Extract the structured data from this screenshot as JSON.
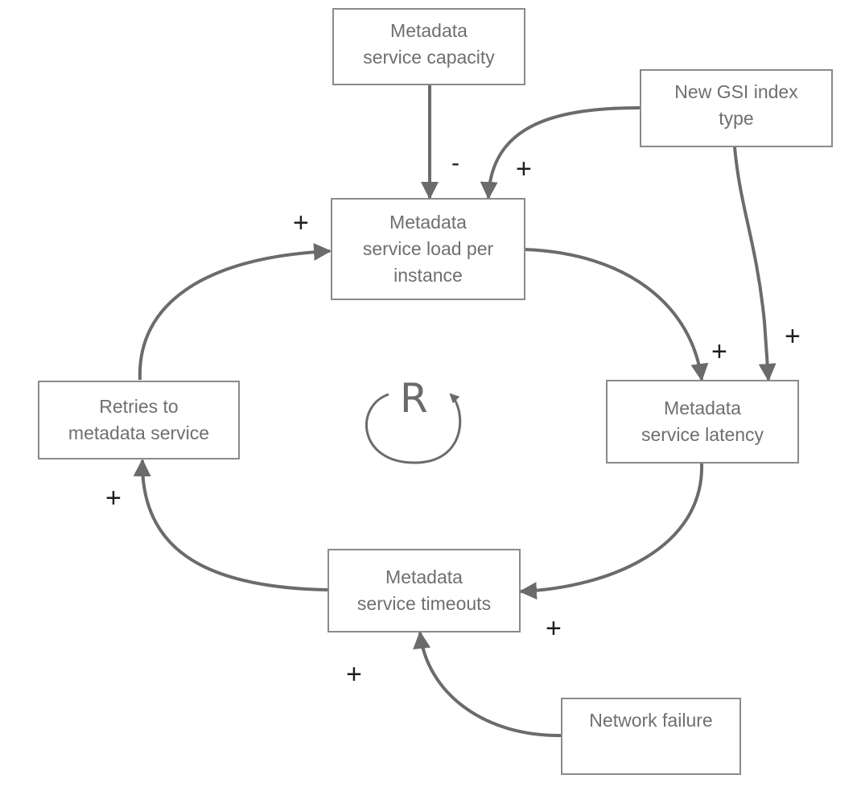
{
  "diagram": {
    "type": "causal-loop",
    "loop_marker": "R",
    "colors": {
      "edge": "#6b6b6b",
      "box_border": "#8a8a8a",
      "text": "#6f6f6f",
      "sign": "#1e1e1e"
    },
    "nodes": {
      "capacity": {
        "lines": [
          "Metadata",
          "service capacity"
        ]
      },
      "gsi": {
        "lines": [
          "New GSI index",
          "type"
        ]
      },
      "load": {
        "lines": [
          "Metadata",
          "service load per",
          "instance"
        ]
      },
      "latency": {
        "lines": [
          "Metadata",
          "service latency"
        ]
      },
      "timeouts": {
        "lines": [
          "Metadata",
          "service timeouts"
        ]
      },
      "retries": {
        "lines": [
          "Retries to",
          "metadata service"
        ]
      },
      "network": {
        "lines": [
          "Network failure"
        ]
      }
    },
    "edges": [
      {
        "from": "capacity",
        "to": "load",
        "polarity": "-"
      },
      {
        "from": "gsi",
        "to": "load",
        "polarity": "+"
      },
      {
        "from": "load",
        "to": "latency",
        "polarity": "+"
      },
      {
        "from": "gsi",
        "to": "latency",
        "polarity": "+"
      },
      {
        "from": "latency",
        "to": "timeouts",
        "polarity": "+"
      },
      {
        "from": "network",
        "to": "timeouts",
        "polarity": "+"
      },
      {
        "from": "timeouts",
        "to": "retries",
        "polarity": "+"
      },
      {
        "from": "retries",
        "to": "load",
        "polarity": "+"
      }
    ]
  }
}
